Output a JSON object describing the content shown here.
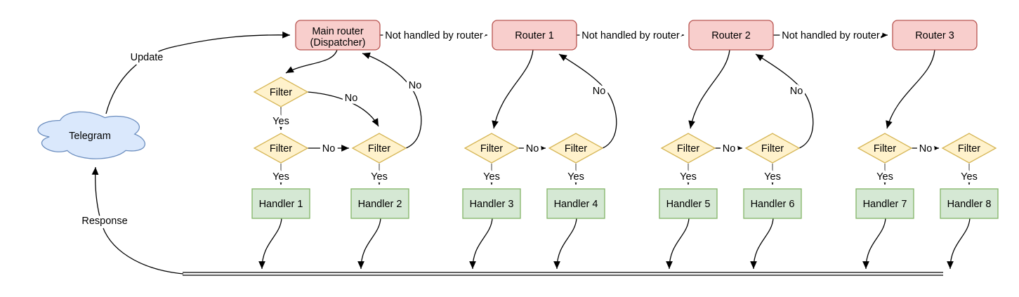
{
  "diagram": {
    "cloud_label": "Telegram",
    "routers": {
      "main_line1": "Main router",
      "main_line2": "(Dispatcher)",
      "r1": "Router 1",
      "r2": "Router 2",
      "r3": "Router 3"
    },
    "filter_label": "Filter",
    "handlers": [
      "Handler 1",
      "Handler 2",
      "Handler 3",
      "Handler 4",
      "Handler 5",
      "Handler 6",
      "Handler 7",
      "Handler 8"
    ],
    "edge_labels": {
      "update": "Update",
      "response": "Response",
      "not_handled": "Not handled by router",
      "yes": "Yes",
      "no": "No"
    },
    "colors": {
      "router_fill": "#f8cecc",
      "router_stroke": "#b85450",
      "filter_fill": "#fff2cc",
      "filter_stroke": "#d6b656",
      "handler_fill": "#d5e8d4",
      "handler_stroke": "#82b366",
      "cloud_fill": "#dae8fc",
      "cloud_stroke": "#6c8ebf",
      "edge_color": "#000000",
      "stub_color": "#999999"
    }
  }
}
